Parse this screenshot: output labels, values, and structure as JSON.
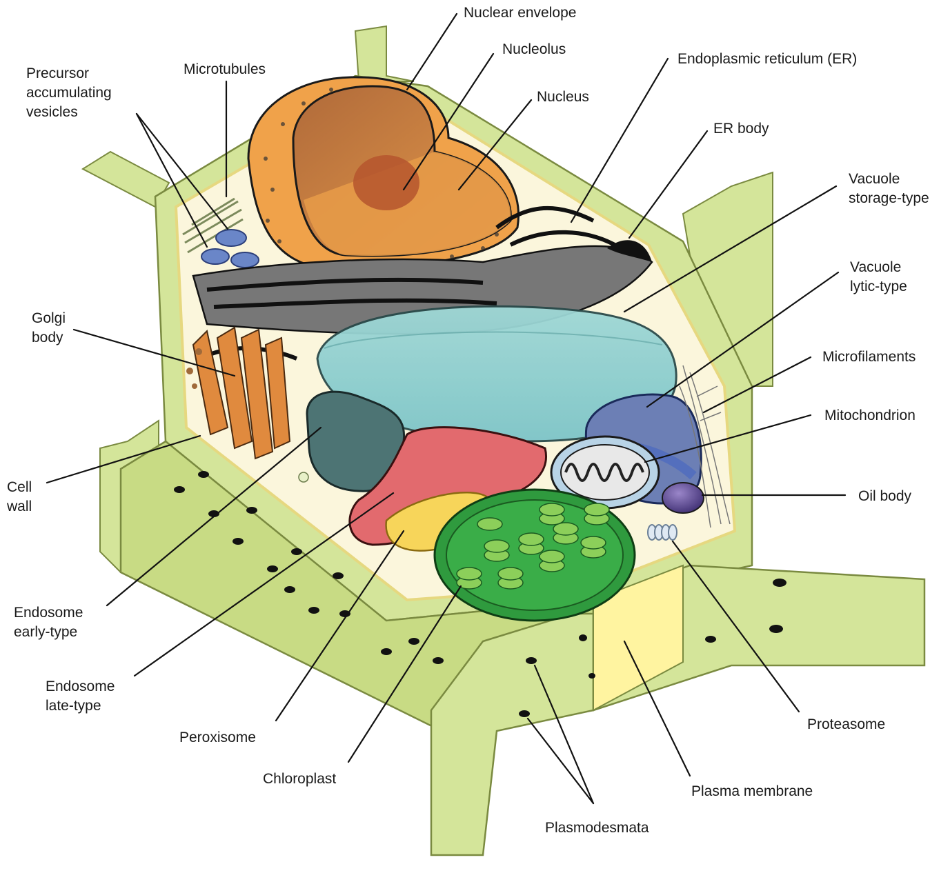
{
  "labels": {
    "nuclear_envelope": "Nuclear envelope",
    "nucleolus": "Nucleolus",
    "nucleus": "Nucleus",
    "er": "Endoplasmic reticulum (ER)",
    "er_body": "ER body",
    "vacuole_storage": [
      "Vacuole",
      "storage-type"
    ],
    "vacuole_lytic": [
      "Vacuole",
      "lytic-type"
    ],
    "microfilaments": "Microfilaments",
    "mitochondrion": "Mitochondrion",
    "oil_body": "Oil body",
    "proteasome": "Proteasome",
    "plasma_membrane": "Plasma membrane",
    "plasmodesmata": "Plasmodesmata",
    "chloroplast": "Chloroplast",
    "peroxisome": "Peroxisome",
    "endosome_late": [
      "Endosome",
      "late-type"
    ],
    "endosome_early": [
      "Endosome",
      "early-type"
    ],
    "cell_wall": [
      "Cell",
      "wall"
    ],
    "golgi": [
      "Golgi",
      "body"
    ],
    "precursor_vesicles": [
      "Precursor",
      "accumulating",
      "vesicles"
    ],
    "microtubules": "Microtubules"
  },
  "colors": {
    "cell_wall": "#d4e59a",
    "cell_wall_dark": "#b6cc6e",
    "cytoplasm": "#fbf6dc",
    "nucleus": "#d98a3c",
    "nuclear_envelope": "#f0a24a",
    "nucleolus": "#b5552e",
    "er": "#6f6f6f",
    "vacuole_storage": "#8ccfcf",
    "vacuole_lytic": "#6c7fb5",
    "endosome_early": "#4d7474",
    "endosome_late": "#e26a6e",
    "peroxisome": "#f7d55a",
    "chloroplast": "#2f9a3e",
    "mitochondrion": "#b8d3e6",
    "oil_body": "#5c4a8f",
    "golgi": "#e08a3e",
    "vesicles": "#6a86c8",
    "plasma_membrane": "#fff4a0"
  }
}
